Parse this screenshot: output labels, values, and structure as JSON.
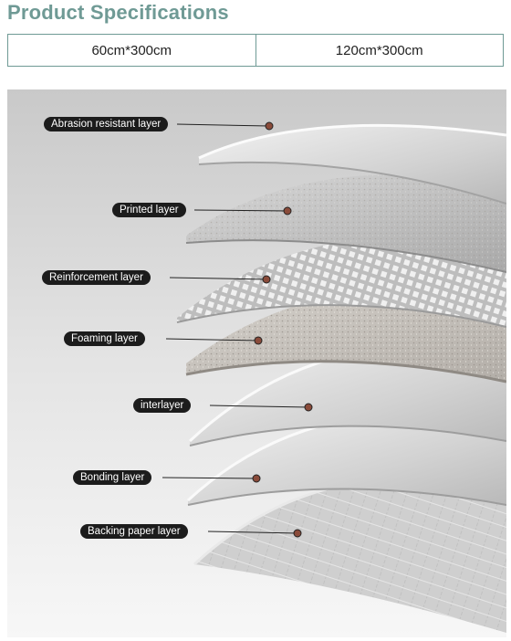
{
  "page": {
    "title": "Product Specifications"
  },
  "specs": {
    "sizes": [
      "60cm*300cm",
      "120cm*300cm"
    ]
  },
  "layers": [
    {
      "name": "Abrasion resistant layer"
    },
    {
      "name": "Printed layer"
    },
    {
      "name": "Reinforcement layer"
    },
    {
      "name": "Foaming layer"
    },
    {
      "name": "interlayer"
    },
    {
      "name": "Bonding layer"
    },
    {
      "name": "Backing paper layer"
    }
  ],
  "colors": {
    "title": "#6f9a95",
    "border": "#6f9a95",
    "label_bg": "#1c1c1c",
    "marker": "#8a4b3a"
  }
}
